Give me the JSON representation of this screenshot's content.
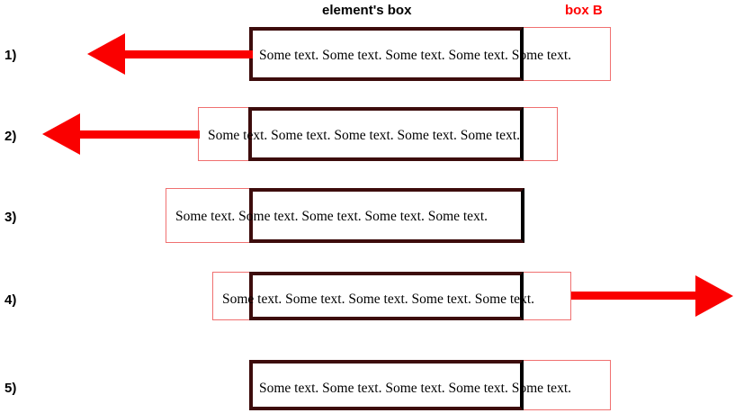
{
  "figure": {
    "captions": {
      "element_box": "element's box",
      "box_b": "box B"
    },
    "colors": {
      "element_box_border": "#3d0c0c",
      "element_box_border_right": "#000000",
      "box_b_border": "#f07070",
      "arrow": "#fa0000",
      "caption_box_b": "#ff0000",
      "caption_element_box": "#000000",
      "background": "#ffffff"
    },
    "sample_text": "Some text. Some text. Some text. Some text. Some text.",
    "rows": [
      {
        "label": "1)",
        "text": "Some text. Some text. Some text. Some text. Some text.",
        "arrow_direction": "left"
      },
      {
        "label": "2)",
        "text": "Some text. Some text. Some text. Some text. Some text.",
        "arrow_direction": "left"
      },
      {
        "label": "3)",
        "text": "Some text. Some text. Some text. Some text. Some text.",
        "arrow_direction": "none"
      },
      {
        "label": "4)",
        "text": "Some text. Some text. Some text. Some text. Some text.",
        "arrow_direction": "right"
      },
      {
        "label": "5)",
        "text": "Some text. Some text. Some text. Some text. Some text.",
        "arrow_direction": "none"
      }
    ]
  }
}
